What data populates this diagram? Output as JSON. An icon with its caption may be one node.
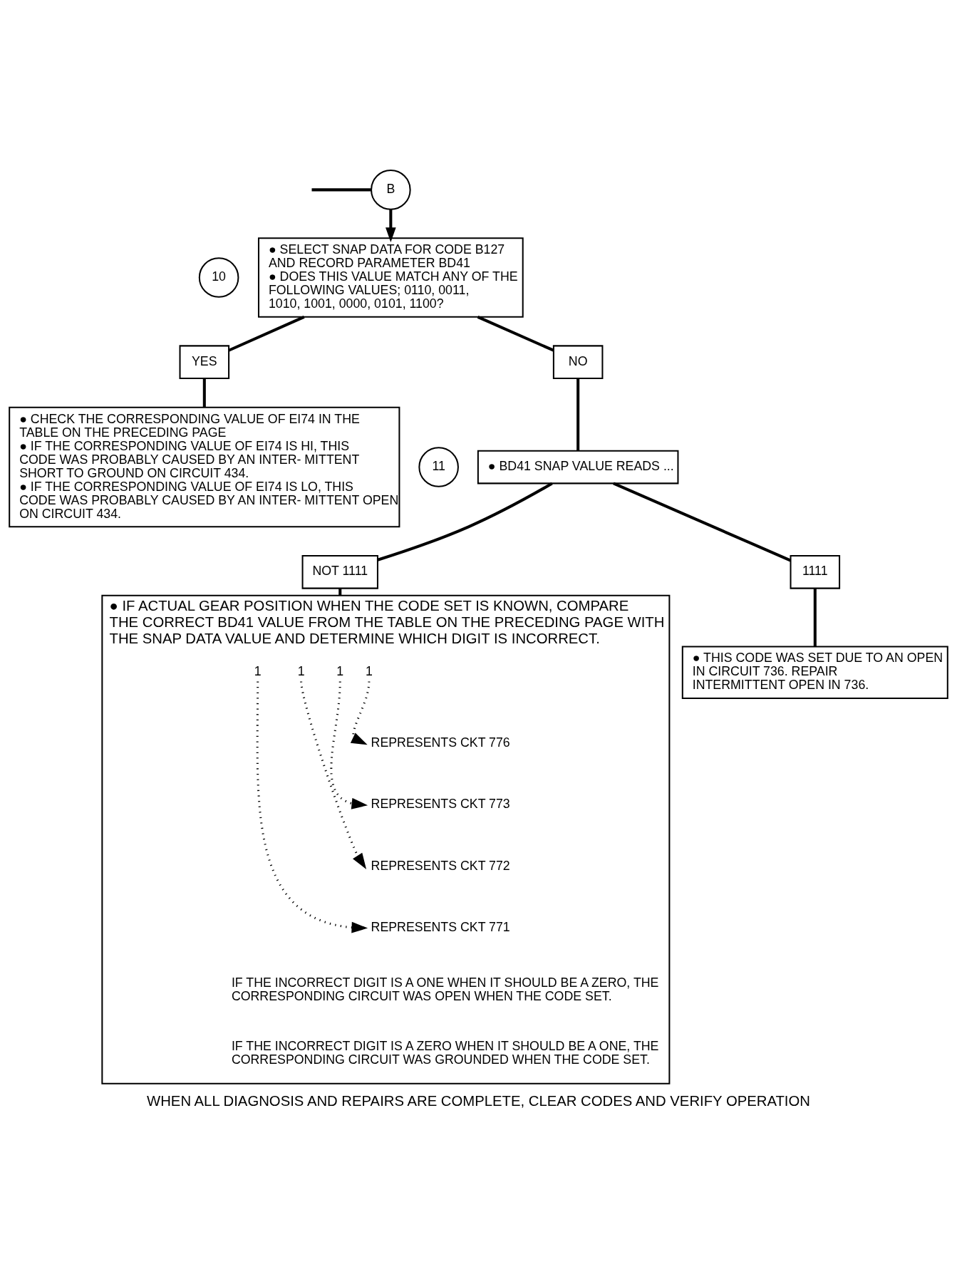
{
  "diagram": {
    "caption": "WHEN ALL DIAGNOSIS AND REPAIRS ARE COMPLETE, CLEAR CODES AND VERIFY OPERATION",
    "nodes": [
      {
        "text": [
          "B"
        ]
      },
      {
        "text": [
          "10"
        ]
      },
      {
        "text": [
          "● SELECT SNAP DATA FOR CODE B127 AND RECORD PARAMETER BD41",
          "● DOES THIS VALUE MATCH ANY OF THE FOLLOWING VALUES; 0110, 0011, 1010, 1001, 0000, 0101, 1100?"
        ]
      },
      {
        "text": [
          "YES"
        ]
      },
      {
        "text": [
          "● CHECK THE CORRESPONDING VALUE OF EI74 IN THE TABLE ON THE PRECEDING PAGE",
          "● IF THE CORRESPONDING VALUE OF EI74 IS HI, THIS CODE WAS PROBABLY CAUSED BY AN INTER- MITTENT SHORT TO GROUND ON CIRCUIT 434.",
          "● IF THE CORRESPONDING VALUE OF EI74 IS LO, THIS CODE WAS PROBABLY CAUSED BY AN INTER- MITTENT OPEN ON CIRCUIT 434."
        ]
      },
      {
        "text": [
          "NO"
        ]
      },
      {
        "text": [
          "11"
        ]
      },
      {
        "text": [
          "● BD41 SNAP VALUE READS ..."
        ]
      },
      {
        "text": [
          "NOT 1111"
        ]
      },
      {
        "text": [
          "1111"
        ]
      },
      {
        "text": [
          "● IF ACTUAL GEAR POSITION WHEN THE CODE SET IS KNOWN, COMPARE THE CORRECT BD41 VALUE FROM THE TABLE ON THE PRECEDING PAGE WITH THE SNAP DATA VALUE AND DETERMINE WHICH DIGIT IS INCORRECT.",
          "IF THE INCORRECT DIGIT IS A ONE WHEN IT SHOULD BE A ZERO, THE CORRESPONDING CIRCUIT WAS OPEN WHEN THE CODE SET.",
          "IF THE INCORRECT DIGIT IS A ZERO WHEN IT SHOULD BE A ONE, THE CORRESPONDING CIRCUIT WAS GROUNDED WHEN THE CODE SET."
        ]
      },
      {
        "text": [
          "1"
        ],
        "in": 10
      },
      {
        "text": [
          "1"
        ],
        "in": 10
      },
      {
        "text": [
          "1"
        ],
        "in": 10
      },
      {
        "text": [
          "1"
        ],
        "in": 10
      },
      {
        "text": [
          "REPRESENTS CKT 776"
        ],
        "in": 10
      },
      {
        "text": [
          "REPRESENTS CKT 773"
        ],
        "in": 10
      },
      {
        "text": [
          "REPRESENTS CKT 772"
        ],
        "in": 10
      },
      {
        "text": [
          "REPRESENTS CKT 771"
        ],
        "in": 10
      },
      {
        "text": [
          "● THIS CODE WAS SET DUE TO AN OPEN IN CIRCUIT 736. REPAIR INTERMITTENT OPEN IN 736."
        ]
      }
    ],
    "edges": [
      {
        "from": null,
        "to": 0,
        "arrow": "none"
      },
      {
        "from": 0,
        "to": 2,
        "arrow": "to"
      },
      {
        "from": 2,
        "to": 3,
        "arrow": "none"
      },
      {
        "from": 3,
        "to": 4,
        "arrow": "none"
      },
      {
        "from": 2,
        "to": 5,
        "arrow": "none"
      },
      {
        "from": 5,
        "to": 7,
        "arrow": "none"
      },
      {
        "from": 7,
        "to": 8,
        "arrow": "none"
      },
      {
        "from": 8,
        "to": 10,
        "arrow": "none"
      },
      {
        "from": 7,
        "to": 9,
        "arrow": "none"
      },
      {
        "from": 9,
        "to": 19,
        "arrow": "none"
      },
      {
        "from": 14,
        "to": 15,
        "arrow": "to",
        "style": "dashed"
      },
      {
        "from": 13,
        "to": 16,
        "arrow": "to",
        "style": "dashed"
      },
      {
        "from": 12,
        "to": 17,
        "arrow": "to",
        "style": "dashed"
      },
      {
        "from": 11,
        "to": 18,
        "arrow": "to",
        "style": "dashed"
      }
    ]
  }
}
